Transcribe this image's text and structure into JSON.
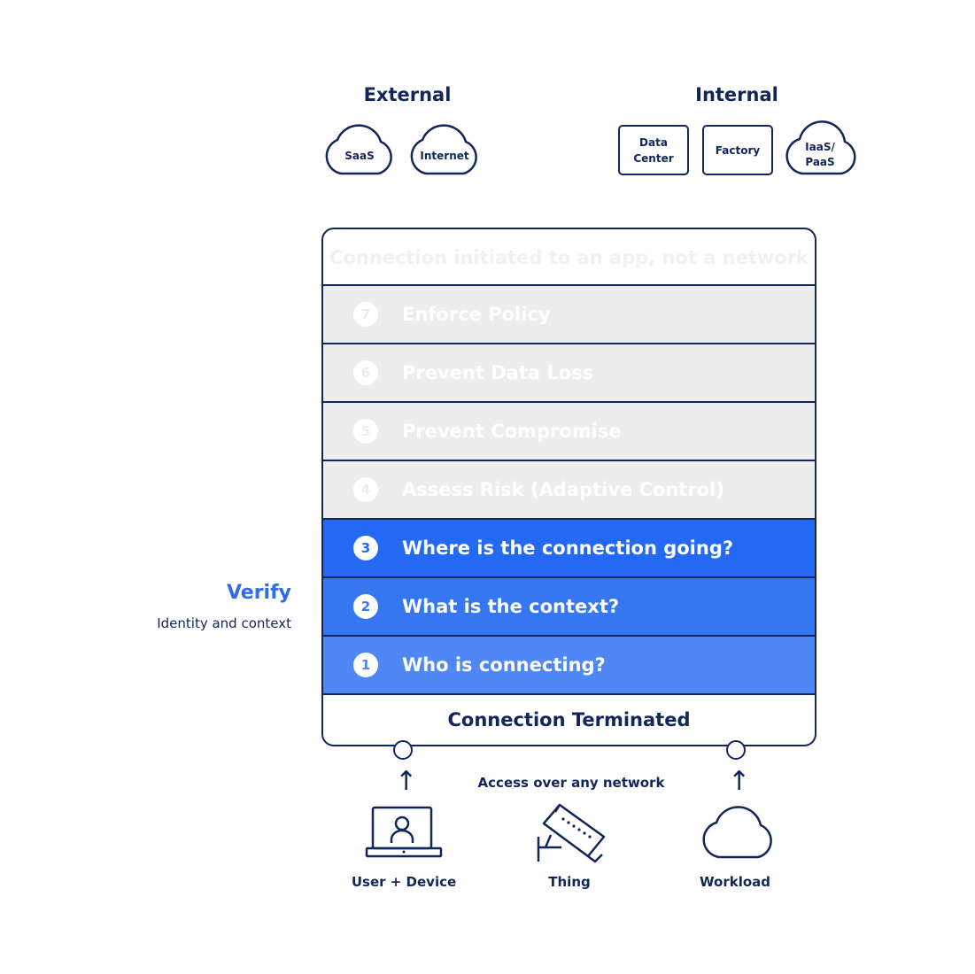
{
  "external": {
    "heading": "External",
    "items": [
      "SaaS",
      "Internet"
    ]
  },
  "internal": {
    "heading": "Internal",
    "data_center_line1": "Data",
    "data_center_line2": "Center",
    "factory": "Factory",
    "iaas_line1": "IaaS/",
    "iaas_line2": "PaaS"
  },
  "stack": {
    "top_text": "Connection initiated to an app, not a network",
    "steps": [
      {
        "num": "7",
        "label": "Enforce Policy"
      },
      {
        "num": "6",
        "label": "Prevent Data Loss"
      },
      {
        "num": "5",
        "label": "Prevent Compromise"
      },
      {
        "num": "4",
        "label": "Assess Risk (Adaptive Control)"
      },
      {
        "num": "3",
        "label": "Where is the connection going?"
      },
      {
        "num": "2",
        "label": "What is the context?"
      },
      {
        "num": "1",
        "label": "Who is connecting?"
      }
    ],
    "bottom_text": "Connection Terminated"
  },
  "verify": {
    "title": "Verify",
    "subtitle": "Identity and context"
  },
  "access_label": "Access over any network",
  "sources": {
    "user_device": "User + Device",
    "thing": "Thing",
    "workload": "Workload"
  },
  "colors": {
    "navy": "#13265c",
    "grey_row": "#ededed",
    "step3": "#2469f2",
    "step2": "#3676f1",
    "step1": "#4f88f5",
    "verify_blue": "#2f6bea"
  }
}
